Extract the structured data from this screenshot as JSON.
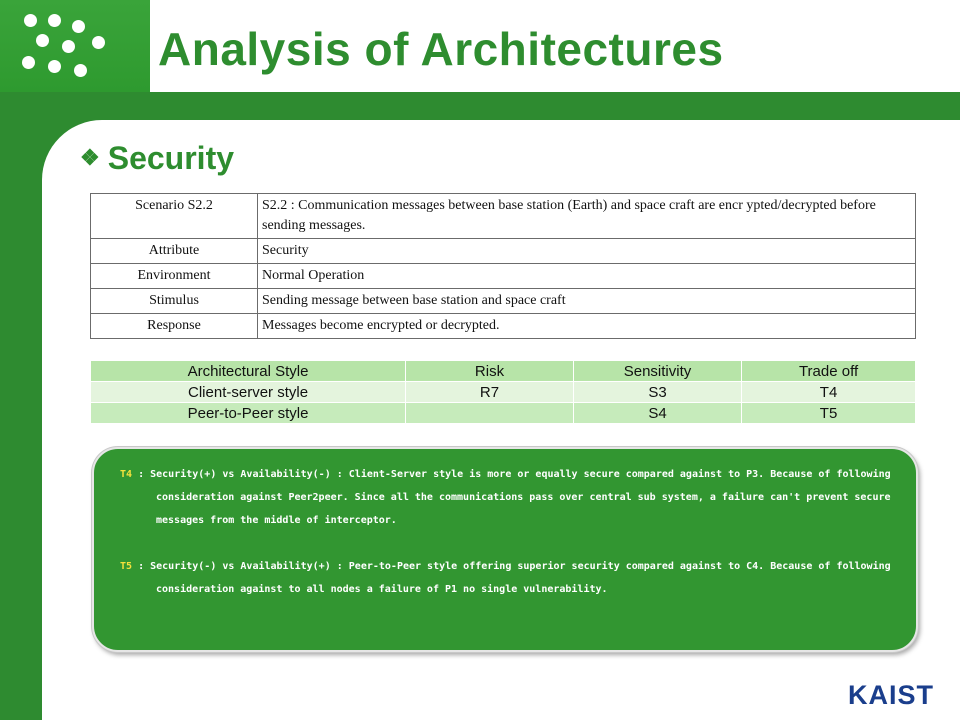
{
  "header": {
    "title": "Analysis of Architectures"
  },
  "section": {
    "bullet": "❖",
    "title": "Security"
  },
  "scenario": [
    {
      "key": "Scenario S2.2",
      "value": "S2.2 : Communication messages between base station (Earth) and space craft are encr ypted/decrypted before sending messages."
    },
    {
      "key": "Attribute",
      "value": "Security"
    },
    {
      "key": "Environment",
      "value": "Normal Operation"
    },
    {
      "key": "Stimulus",
      "value": "Sending message between base station and space craft"
    },
    {
      "key": "Response",
      "value": "Messages become encrypted or decrypted."
    }
  ],
  "risk_table": {
    "headers": [
      "Architectural Style",
      "Risk",
      "Sensitivity",
      "Trade off"
    ],
    "rows": [
      [
        "Client-server style",
        "R7",
        "S3",
        "T4"
      ],
      [
        "Peer-to-Peer style",
        "",
        "S4",
        "T5"
      ]
    ]
  },
  "notes": [
    {
      "tag": "T4",
      "text": " : Security(+) vs Availability(-) : Client-Server style is more or equally secure compared against to P3. Because of following consideration against Peer2peer. Since all the communications pass over central sub system, a failure can't prevent secure messages from the middle of interceptor."
    },
    {
      "tag": "T5",
      "text": " : Security(-) vs Availability(+) : Peer-to-Peer style offering superior security compared against to C4. Because of following consideration against to all nodes a failure of P1 no single vulnerability."
    }
  ],
  "logo": {
    "text": "KAIST"
  }
}
